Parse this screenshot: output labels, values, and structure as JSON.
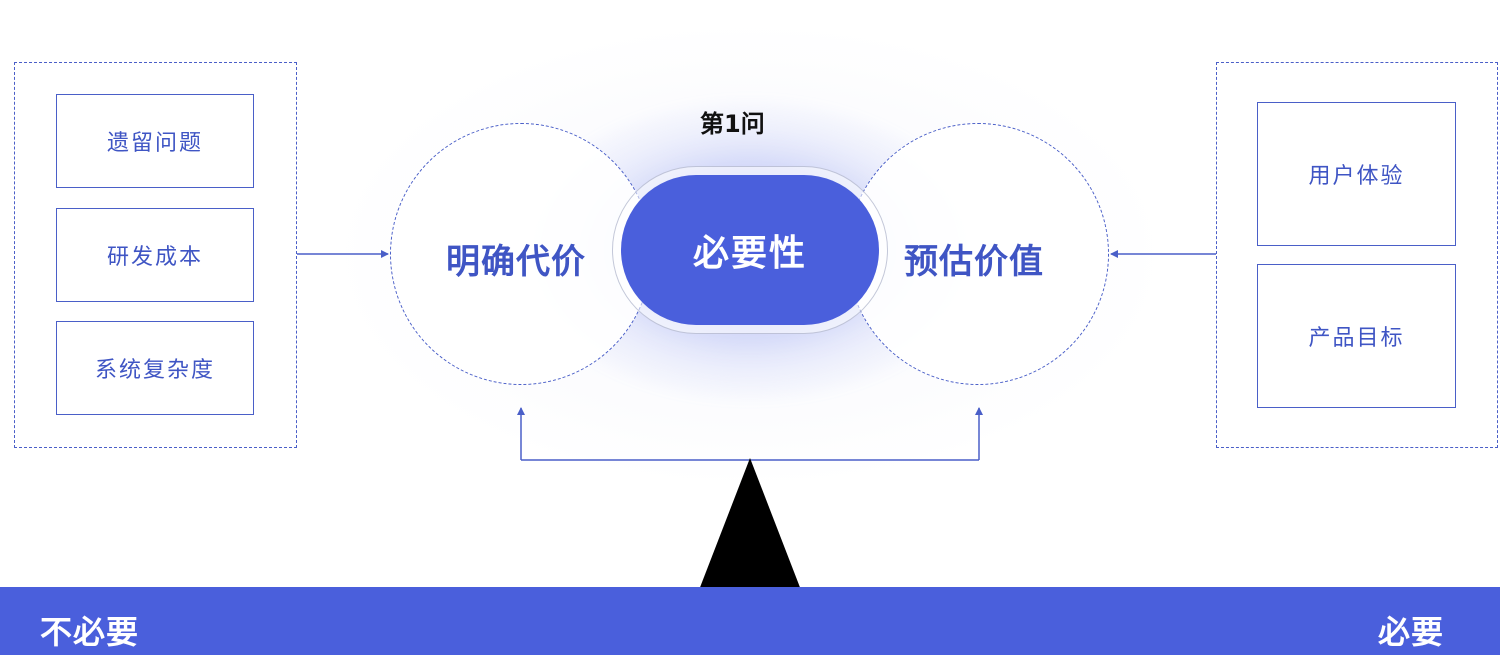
{
  "question": "第1问",
  "center": "必要性",
  "left_circle": "明确代价",
  "right_circle": "预估价值",
  "left_items": [
    "遗留问题",
    "研发成本",
    "系统复杂度"
  ],
  "right_items": [
    "用户体验",
    "产品目标"
  ],
  "bottom_bar": {
    "left_label": "不必要",
    "right_label": "必要"
  },
  "colors": {
    "accent": "#4a5fdc",
    "line": "#4a5fc8",
    "text_blue": "#3f55c4",
    "pivot": "#000000"
  }
}
